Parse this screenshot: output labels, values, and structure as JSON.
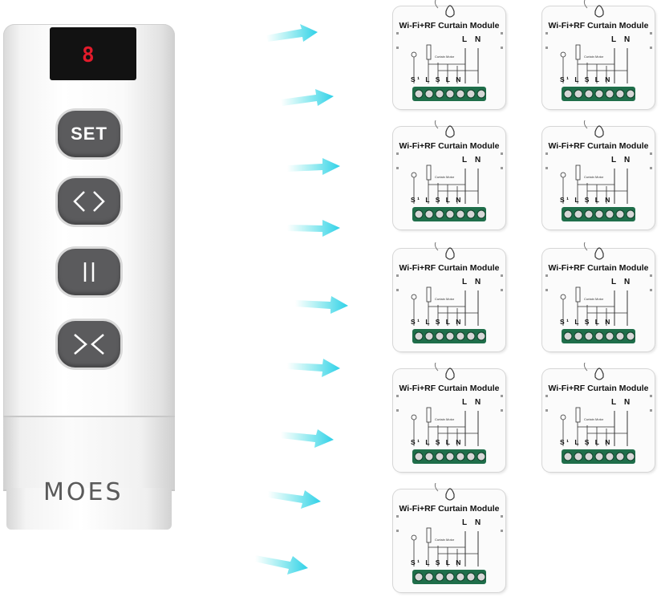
{
  "remote": {
    "display_digit": "8",
    "set_label": "SET",
    "brand": "MOES"
  },
  "modules": [
    {
      "title": "Wi-Fi+RF Curtain Module",
      "L": "L",
      "N": "N",
      "terminals": "S¹ L S L N"
    },
    {
      "title": "Wi-Fi+RF Curtain Module",
      "L": "L",
      "N": "N",
      "terminals": "S¹ L S L N"
    },
    {
      "title": "Wi-Fi+RF Curtain Module",
      "L": "L",
      "N": "N",
      "terminals": "S¹ L S L N"
    },
    {
      "title": "Wi-Fi+RF Curtain Module",
      "L": "L",
      "N": "N",
      "terminals": "S¹ L S L N"
    },
    {
      "title": "Wi-Fi+RF Curtain Module",
      "L": "L",
      "N": "N",
      "terminals": "S¹ L S L N"
    },
    {
      "title": "Wi-Fi+RF Curtain Module",
      "L": "L",
      "N": "N",
      "terminals": "S¹ L S L N"
    },
    {
      "title": "Wi-Fi+RF Curtain Module",
      "L": "L",
      "N": "N",
      "terminals": "S¹ L S L N"
    },
    {
      "title": "Wi-Fi+RF Curtain Module",
      "L": "L",
      "N": "N",
      "terminals": "S¹ L S L N"
    },
    {
      "title": "Wi-Fi+RF Curtain Module",
      "L": "L",
      "N": "N",
      "terminals": "S¹ L S L N"
    }
  ],
  "colors": {
    "arrow": "#3ee0e0",
    "button": "#5b5b5d",
    "display_digit": "#e21b2b",
    "terminal_green": "#1f6e4a"
  }
}
